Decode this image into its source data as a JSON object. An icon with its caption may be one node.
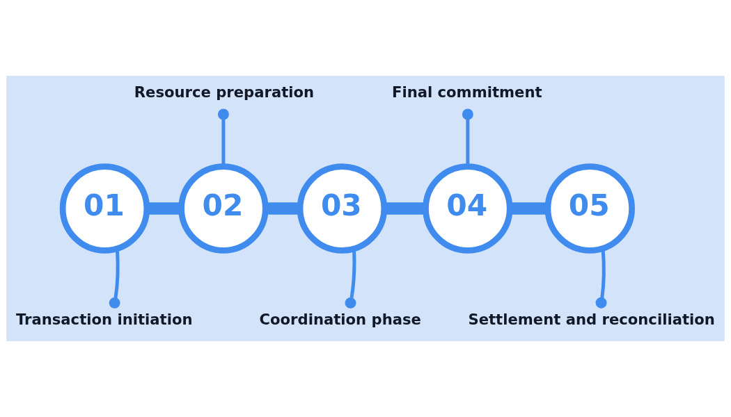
{
  "diagram": {
    "nodes": [
      {
        "text": [
          "Resource preparation"
        ]
      },
      {
        "text": [
          "Final commitment"
        ]
      },
      {
        "text": [
          "01"
        ]
      },
      {
        "text": [
          "02"
        ]
      },
      {
        "text": [
          "03"
        ]
      },
      {
        "text": [
          "04"
        ]
      },
      {
        "text": [
          "05"
        ]
      },
      {
        "text": [
          "Transaction initiation"
        ]
      },
      {
        "text": [
          "Coordination phase"
        ]
      },
      {
        "text": [
          "Settlement and reconciliation"
        ]
      }
    ],
    "edges": [
      {
        "from": 2,
        "to": 3,
        "arrow": "none",
        "style": "thick"
      },
      {
        "from": 3,
        "to": 4,
        "arrow": "none",
        "style": "thick"
      },
      {
        "from": 4,
        "to": 5,
        "arrow": "none",
        "style": "thick"
      },
      {
        "from": 5,
        "to": 6,
        "arrow": "none",
        "style": "thick"
      },
      {
        "from": 7,
        "to": 2,
        "arrow": "other"
      },
      {
        "from": 0,
        "to": 3,
        "arrow": "other"
      },
      {
        "from": 8,
        "to": 4,
        "arrow": "other"
      },
      {
        "from": 1,
        "to": 5,
        "arrow": "other"
      },
      {
        "from": 9,
        "to": 6,
        "arrow": "other"
      }
    ]
  }
}
